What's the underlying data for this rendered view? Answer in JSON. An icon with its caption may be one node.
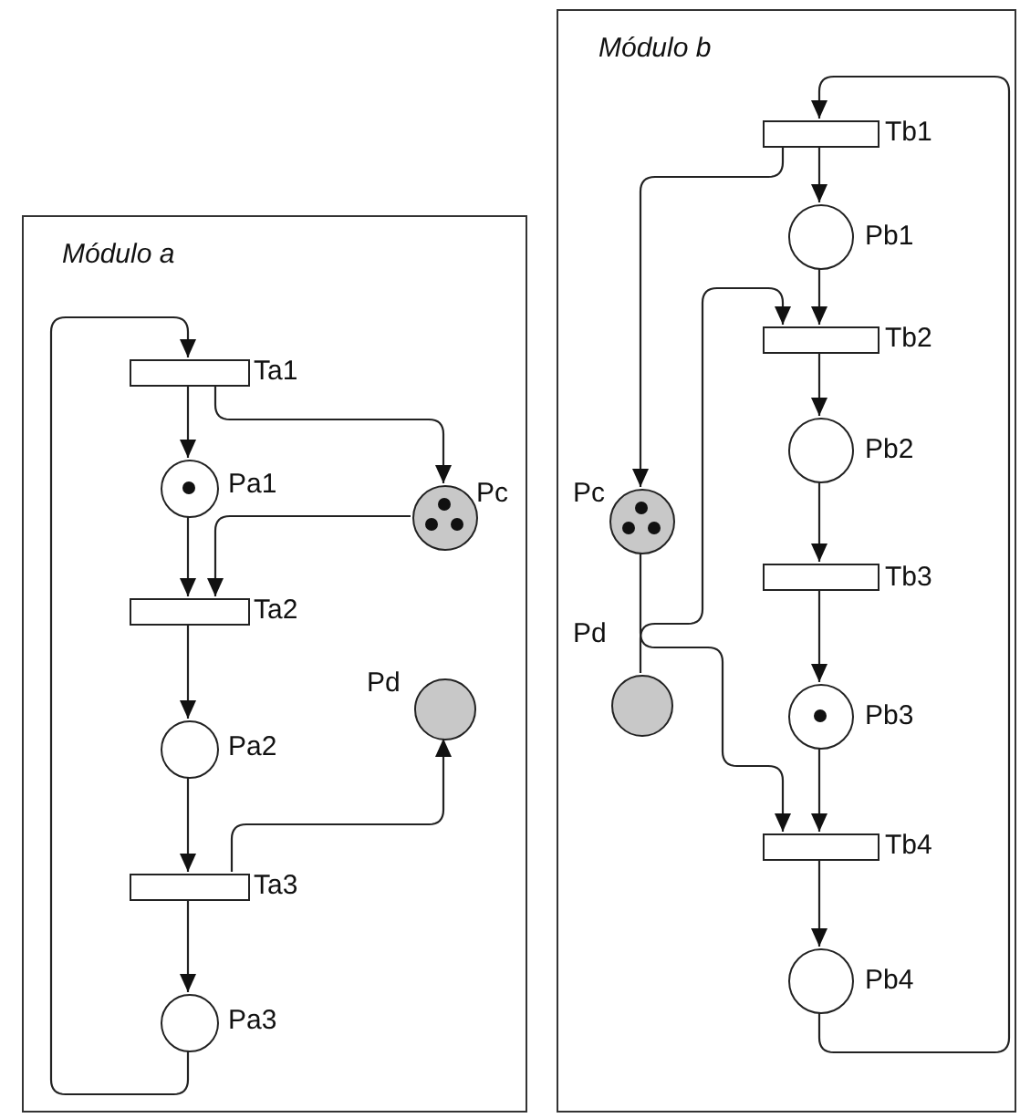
{
  "diagram": {
    "nodes": [
      {
        "text": [
          "Módulo a"
        ]
      },
      {
        "text": [],
        "shape": "bar",
        "beside": [
          "Ta1"
        ],
        "in": 0
      },
      {
        "text": [],
        "shape": "circle",
        "beside": [
          "Pa1"
        ],
        "in": 0
      },
      {
        "text": [],
        "shape": "circle",
        "beside": [
          "Pc"
        ],
        "in": 0
      },
      {
        "text": [],
        "shape": "bar",
        "beside": [
          "Ta2"
        ],
        "in": 0
      },
      {
        "text": [],
        "shape": "circle",
        "beside": [
          "Pd"
        ],
        "in": 0
      },
      {
        "text": [],
        "shape": "circle",
        "beside": [
          "Pa2"
        ],
        "in": 0
      },
      {
        "text": [],
        "shape": "bar",
        "beside": [
          "Ta3"
        ],
        "in": 0
      },
      {
        "text": [],
        "shape": "circle",
        "beside": [
          "Pa3"
        ],
        "in": 0
      },
      {
        "text": [
          "Módulo b"
        ]
      },
      {
        "text": [],
        "shape": "bar",
        "beside": [
          "Tb1"
        ],
        "in": 9
      },
      {
        "text": [],
        "shape": "circle",
        "beside": [
          "Pb1"
        ],
        "in": 9
      },
      {
        "text": [],
        "shape": "bar",
        "beside": [
          "Tb2"
        ],
        "in": 9
      },
      {
        "text": [],
        "shape": "circle",
        "beside": [
          "Pb2"
        ],
        "in": 9
      },
      {
        "text": [],
        "shape": "circle",
        "beside": [
          "Pc"
        ],
        "in": 9
      },
      {
        "text": [],
        "shape": "bar",
        "beside": [
          "Tb3"
        ],
        "in": 9
      },
      {
        "text": [],
        "shape": "circle",
        "beside": [
          "Pd"
        ],
        "in": 9
      },
      {
        "text": [],
        "shape": "circle",
        "beside": [
          "Pb3"
        ],
        "in": 9
      },
      {
        "text": [],
        "shape": "bar",
        "beside": [
          "Tb4"
        ],
        "in": 9
      },
      {
        "text": [],
        "shape": "circle",
        "beside": [
          "Pb4"
        ],
        "in": 9
      }
    ],
    "edges": [
      {
        "from": 1,
        "to": 2,
        "arrow": "to"
      },
      {
        "from": 1,
        "to": 3,
        "arrow": "to"
      },
      {
        "from": 2,
        "to": 4,
        "arrow": "to"
      },
      {
        "from": 3,
        "to": 4,
        "arrow": "to"
      },
      {
        "from": 4,
        "to": 6,
        "arrow": "to"
      },
      {
        "from": 6,
        "to": 7,
        "arrow": "to"
      },
      {
        "from": 7,
        "to": 5,
        "arrow": "to"
      },
      {
        "from": 7,
        "to": 8,
        "arrow": "to"
      },
      {
        "from": 8,
        "to": 1,
        "arrow": "to"
      },
      {
        "from": 10,
        "to": 11,
        "arrow": "to"
      },
      {
        "from": 10,
        "to": 14,
        "arrow": "to"
      },
      {
        "from": 11,
        "to": 12,
        "arrow": "to"
      },
      {
        "from": 16,
        "to": 12,
        "arrow": "to"
      },
      {
        "from": 12,
        "to": 13,
        "arrow": "to"
      },
      {
        "from": 13,
        "to": 15,
        "arrow": "to"
      },
      {
        "from": 14,
        "to": 18,
        "arrow": "to"
      },
      {
        "from": 15,
        "to": 17,
        "arrow": "to"
      },
      {
        "from": 17,
        "to": 18,
        "arrow": "to"
      },
      {
        "from": 18,
        "to": 19,
        "arrow": "to"
      },
      {
        "from": 19,
        "to": 10,
        "arrow": "to"
      }
    ]
  }
}
